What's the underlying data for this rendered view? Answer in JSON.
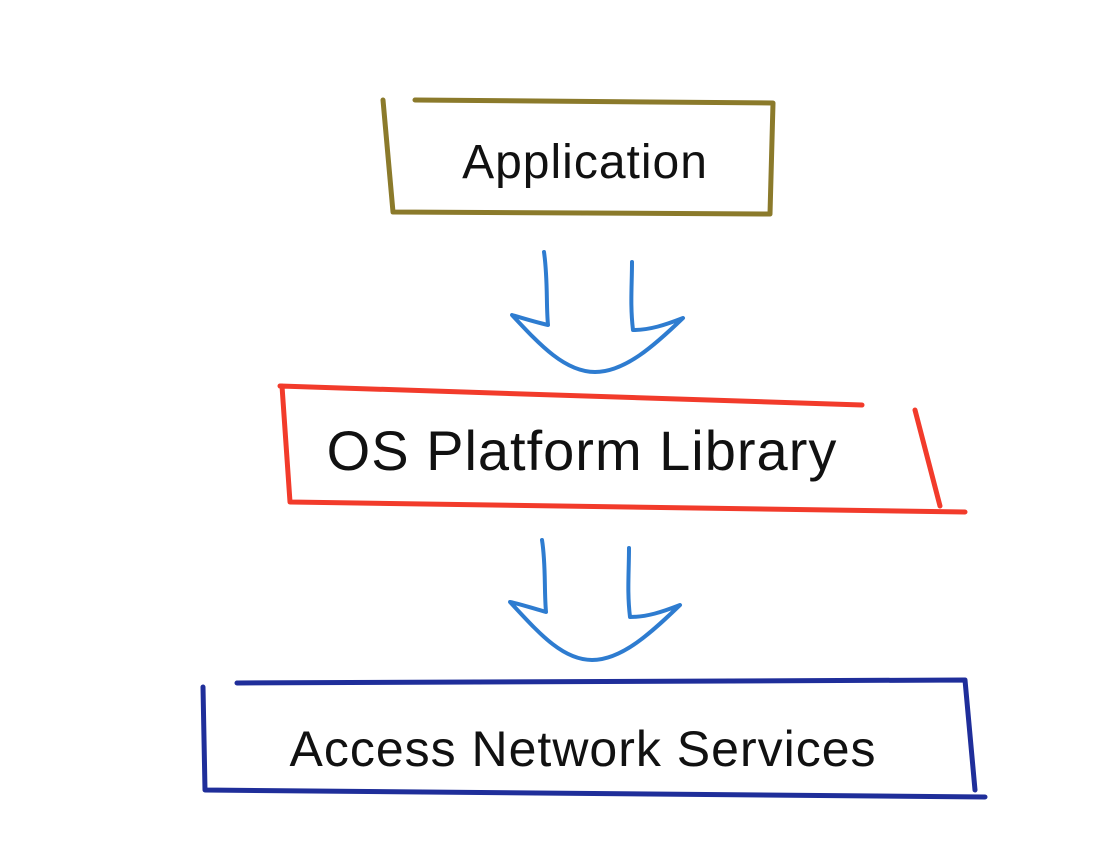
{
  "layers": [
    {
      "label": "Application",
      "color": "#8b7a2b"
    },
    {
      "label": "OS Platform Library",
      "color": "#f23b2b"
    },
    {
      "label": "Access Network Services",
      "color": "#1f2e9a"
    }
  ],
  "arrow_color": "#2e7cd0"
}
